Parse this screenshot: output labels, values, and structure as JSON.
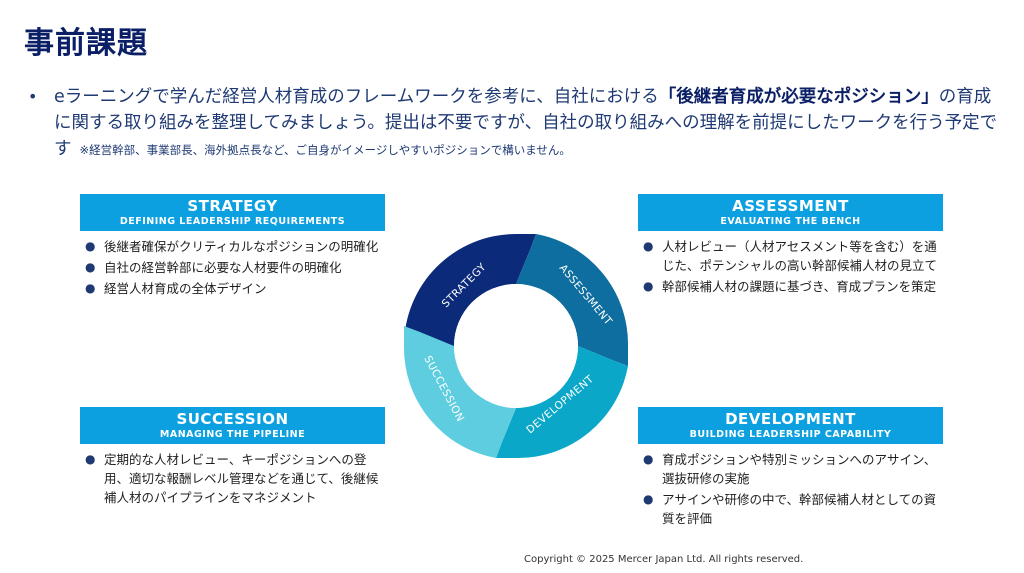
{
  "title": "事前課題",
  "intro": {
    "bullet": "•",
    "text_before": "eラーニングで学んだ経営人材育成のフレームワークを参考に、自社における",
    "highlight": "「後継者育成が必要なポジション」",
    "text_after": "の育成に関する取り組みを整理してみましょう。提出は不要ですが、自社の取り組みへの理解を前提にしたワークを行う予定です",
    "note": "※経営幹部、事業部長、海外拠点長など、ご自身がイメージしやすいポジションで構いません。"
  },
  "quadrants": {
    "strategy": {
      "heading": "STRATEGY",
      "subheading": "DEFINING LEADERSHIP REQUIREMENTS",
      "items": [
        "後継者確保がクリティカルなポジションの明確化",
        "自社の経営幹部に必要な人材要件の明確化",
        "経営人材育成の全体デザイン"
      ]
    },
    "assessment": {
      "heading": "ASSESSMENT",
      "subheading": "EVALUATING THE BENCH",
      "items": [
        "人材レビュー（人材アセスメント等を含む）を通じた、ポテンシャルの高い幹部候補人材の見立て",
        "幹部候補人材の課題に基づき、育成プランを策定"
      ]
    },
    "succession": {
      "heading": "SUCCESSION",
      "subheading": "MANAGING THE PIPELINE",
      "items": [
        "定期的な人材レビュー、キーポジションへの登用、適切な報酬レベル管理などを通じて、後継候補人材のパイプラインをマネジメント"
      ]
    },
    "development": {
      "heading": "DEVELOPMENT",
      "subheading": "BUILDING LEADERSHIP CAPABILITY",
      "items": [
        "育成ポジションや特別ミッションへのアサイン、選抜研修の実施",
        "アサインや研修の中で、幹部候補人材としての資質を評価"
      ]
    }
  },
  "cycle": {
    "strategy": "STRATEGY",
    "assessment": "ASSESSMENT",
    "development": "DEVELOPMENT",
    "succession": "SUCCESSION",
    "colors": {
      "strategy": "#0b2a7a",
      "assessment": "#0e6e9f",
      "development": "#0ba7c9",
      "succession": "#5fcde0"
    }
  },
  "footer": "Copyright © 2025 Mercer Japan Ltd. All rights reserved.",
  "colors": {
    "header_blue": "#0ca0e0",
    "title_navy": "#0b1f66",
    "text_navy": "#1f3a73"
  }
}
